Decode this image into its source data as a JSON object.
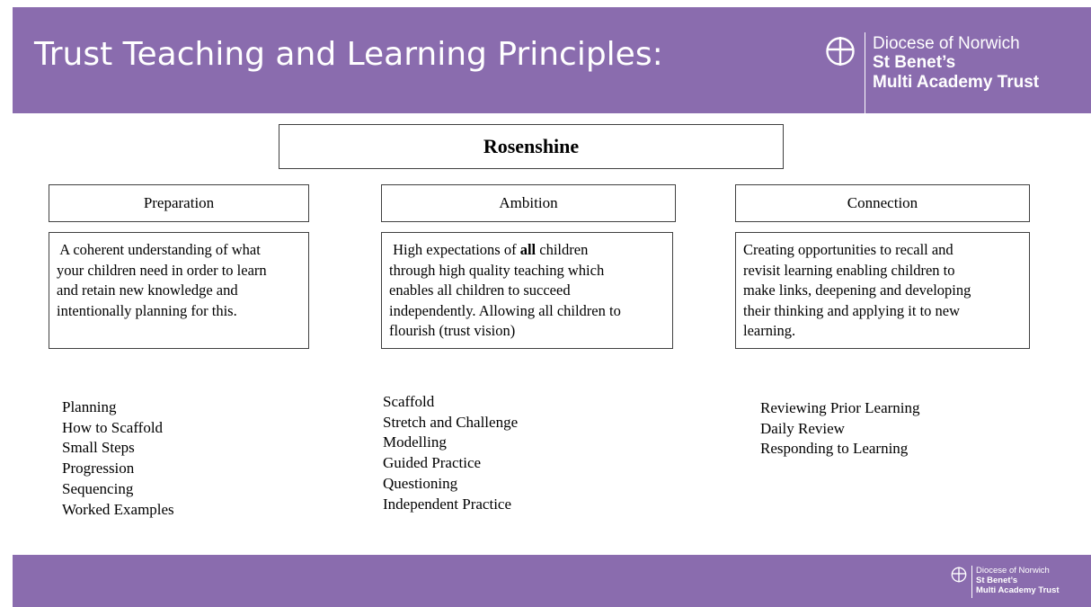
{
  "header": {
    "title": "Trust Teaching and Learning Principles:",
    "logo": {
      "line1": "Diocese of Norwich",
      "line2": "St Benet’s",
      "line3": "Multi Academy Trust",
      "icon": "cross-circle-icon"
    }
  },
  "main": {
    "heading": "Rosenshine",
    "columns": [
      {
        "title": "Preparation",
        "description_lines": [
          " A coherent understanding of what",
          "your children need in order to learn",
          "and retain new knowledge and",
          "intentionally planning for this."
        ],
        "items": [
          "Planning",
          "How to Scaffold",
          "Small Steps",
          "Progression",
          "Sequencing",
          "Worked Examples"
        ]
      },
      {
        "title": "Ambition",
        "description_lines": [
          " High expectations of ",
          "through high quality teaching which",
          "enables all children to succeed",
          "independently. Allowing all children to",
          "flourish (trust vision)"
        ],
        "description_bold": "all",
        "description_after_bold": " children",
        "items": [
          "Scaffold",
          "Stretch and Challenge",
          "Modelling",
          "Guided Practice",
          "Questioning",
          "Independent Practice"
        ]
      },
      {
        "title": "Connection",
        "description_lines": [
          "Creating opportunities to recall and",
          "revisit learning enabling children to",
          "make links, deepening and developing",
          "their thinking and applying it to new",
          "learning."
        ],
        "items": [
          "Reviewing Prior Learning",
          "Daily Review",
          "Responding to Learning"
        ]
      }
    ]
  },
  "footer": {
    "logo": {
      "line1": "Diocese of Norwich",
      "line2": "St Benet’s",
      "line3": "Multi Academy Trust"
    }
  },
  "colors": {
    "band": "#8a6cae",
    "text": "#000000",
    "border": "#404040"
  }
}
